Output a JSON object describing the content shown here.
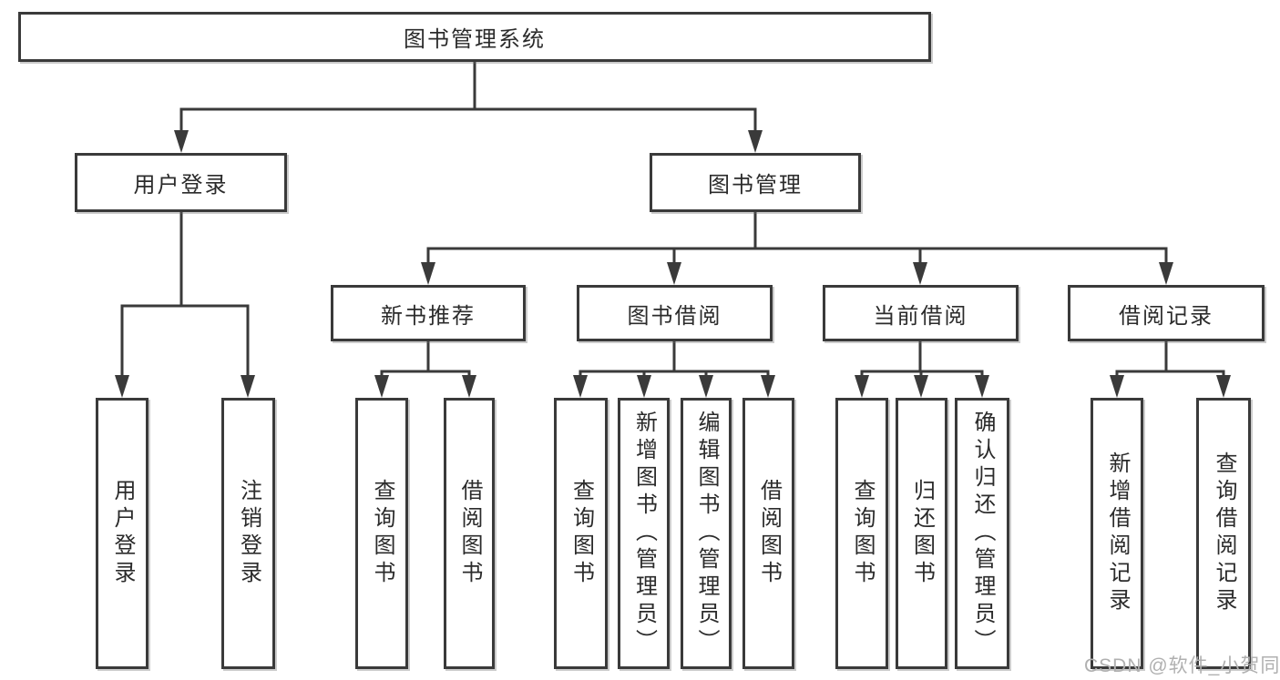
{
  "watermark": "CSDN @软件_小贺同学",
  "colors": {
    "line": "#3a3a3a",
    "text": "#2b2b2b",
    "background": "#ffffff",
    "watermark": "#b0b0b0"
  },
  "tree": {
    "label": "图书管理系统",
    "children": [
      {
        "label": "用户登录",
        "children": [
          {
            "label": "用户登录"
          },
          {
            "label": "注销登录"
          }
        ]
      },
      {
        "label": "图书管理",
        "children": [
          {
            "label": "新书推荐",
            "children": [
              {
                "label": "查询图书"
              },
              {
                "label": "借阅图书"
              }
            ]
          },
          {
            "label": "图书借阅",
            "children": [
              {
                "label": "查询图书"
              },
              {
                "label": "新增图书（管理员）"
              },
              {
                "label": "编辑图书（管理员）"
              },
              {
                "label": "借阅图书"
              }
            ]
          },
          {
            "label": "当前借阅",
            "children": [
              {
                "label": "查询图书"
              },
              {
                "label": "归还图书"
              },
              {
                "label": "确认归还（管理员）"
              }
            ]
          },
          {
            "label": "借阅记录",
            "children": [
              {
                "label": "新增借阅记录"
              },
              {
                "label": "查询借阅记录"
              }
            ]
          }
        ]
      }
    ]
  }
}
